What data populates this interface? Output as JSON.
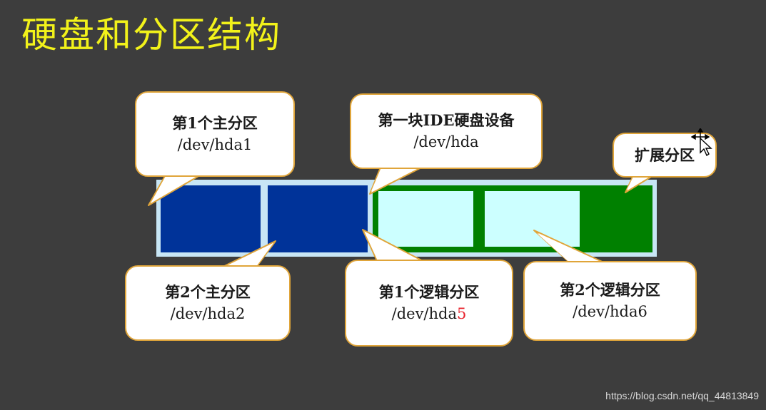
{
  "title": "硬盘和分区结构",
  "disk": {
    "outer_color": "#c8e6f5",
    "primary_color": "#003399",
    "extended_color": "#008000",
    "logical_color": "#ccffff",
    "partitions": [
      {
        "type": "primary",
        "name": "hda1"
      },
      {
        "type": "primary",
        "name": "hda2"
      },
      {
        "type": "logical",
        "name": "hda5"
      },
      {
        "type": "logical",
        "name": "hda6"
      },
      {
        "type": "extended-free",
        "name": "extended"
      }
    ]
  },
  "callouts": {
    "p1": {
      "label": "第1个主分区",
      "device": "/dev/hda1"
    },
    "disk": {
      "label": "第一块IDE硬盘设备",
      "device": "/dev/hda"
    },
    "ext": {
      "label": "扩展分区"
    },
    "p2": {
      "label": "第2个主分区",
      "device": "/dev/hda2"
    },
    "l1": {
      "label": "第1个逻辑分区",
      "device_prefix": "/dev/hda",
      "device_suffix": "5",
      "suffix_color": "#e8242e"
    },
    "l2": {
      "label": "第2个逻辑分区",
      "device": "/dev/hda6"
    }
  },
  "watermark": "https://blog.csdn.net/qq_44813849"
}
